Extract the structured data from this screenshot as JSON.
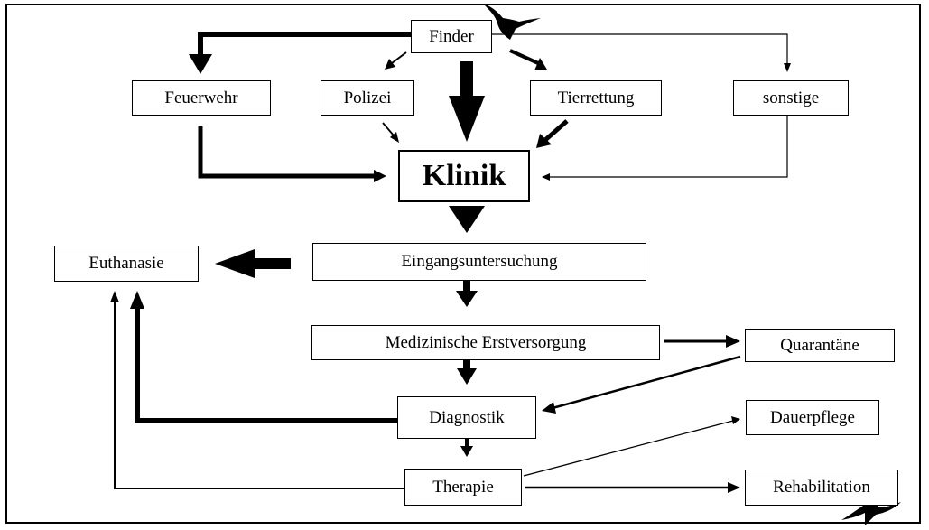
{
  "diagram": {
    "nodes": {
      "finder": "Finder",
      "feuerwehr": "Feuerwehr",
      "polizei": "Polizei",
      "tierrettung": "Tierrettung",
      "sonstige": "sonstige",
      "klinik": "Klinik",
      "euthanasie": "Euthanasie",
      "eingangsuntersuchung": "Eingangsuntersuchung",
      "medizinische_erstversorgung": "Medizinische Erstversorgung",
      "quarantaene": "Quarantäne",
      "diagnostik": "Diagnostik",
      "dauerpflege": "Dauerpflege",
      "therapie": "Therapie",
      "rehabilitation": "Rehabilitation"
    },
    "edges": [
      {
        "from": "Finder",
        "to": "Feuerwehr"
      },
      {
        "from": "Finder",
        "to": "Polizei"
      },
      {
        "from": "Finder",
        "to": "Klinik"
      },
      {
        "from": "Finder",
        "to": "Tierrettung"
      },
      {
        "from": "Finder",
        "to": "sonstige"
      },
      {
        "from": "Feuerwehr",
        "to": "Klinik"
      },
      {
        "from": "Polizei",
        "to": "Klinik"
      },
      {
        "from": "Tierrettung",
        "to": "Klinik"
      },
      {
        "from": "sonstige",
        "to": "Klinik"
      },
      {
        "from": "Klinik",
        "to": "Eingangsuntersuchung"
      },
      {
        "from": "Eingangsuntersuchung",
        "to": "Euthanasie"
      },
      {
        "from": "Eingangsuntersuchung",
        "to": "Medizinische Erstversorgung"
      },
      {
        "from": "Medizinische Erstversorgung",
        "to": "Quarantäne"
      },
      {
        "from": "Medizinische Erstversorgung",
        "to": "Diagnostik"
      },
      {
        "from": "Quarantäne",
        "to": "Diagnostik"
      },
      {
        "from": "Diagnostik",
        "to": "Euthanasie"
      },
      {
        "from": "Diagnostik",
        "to": "Therapie"
      },
      {
        "from": "Therapie",
        "to": "Dauerpflege"
      },
      {
        "from": "Therapie",
        "to": "Rehabilitation"
      },
      {
        "from": "Therapie",
        "to": "Euthanasie"
      }
    ],
    "decorations": [
      "swallow-icon",
      "swallow-icon"
    ]
  }
}
